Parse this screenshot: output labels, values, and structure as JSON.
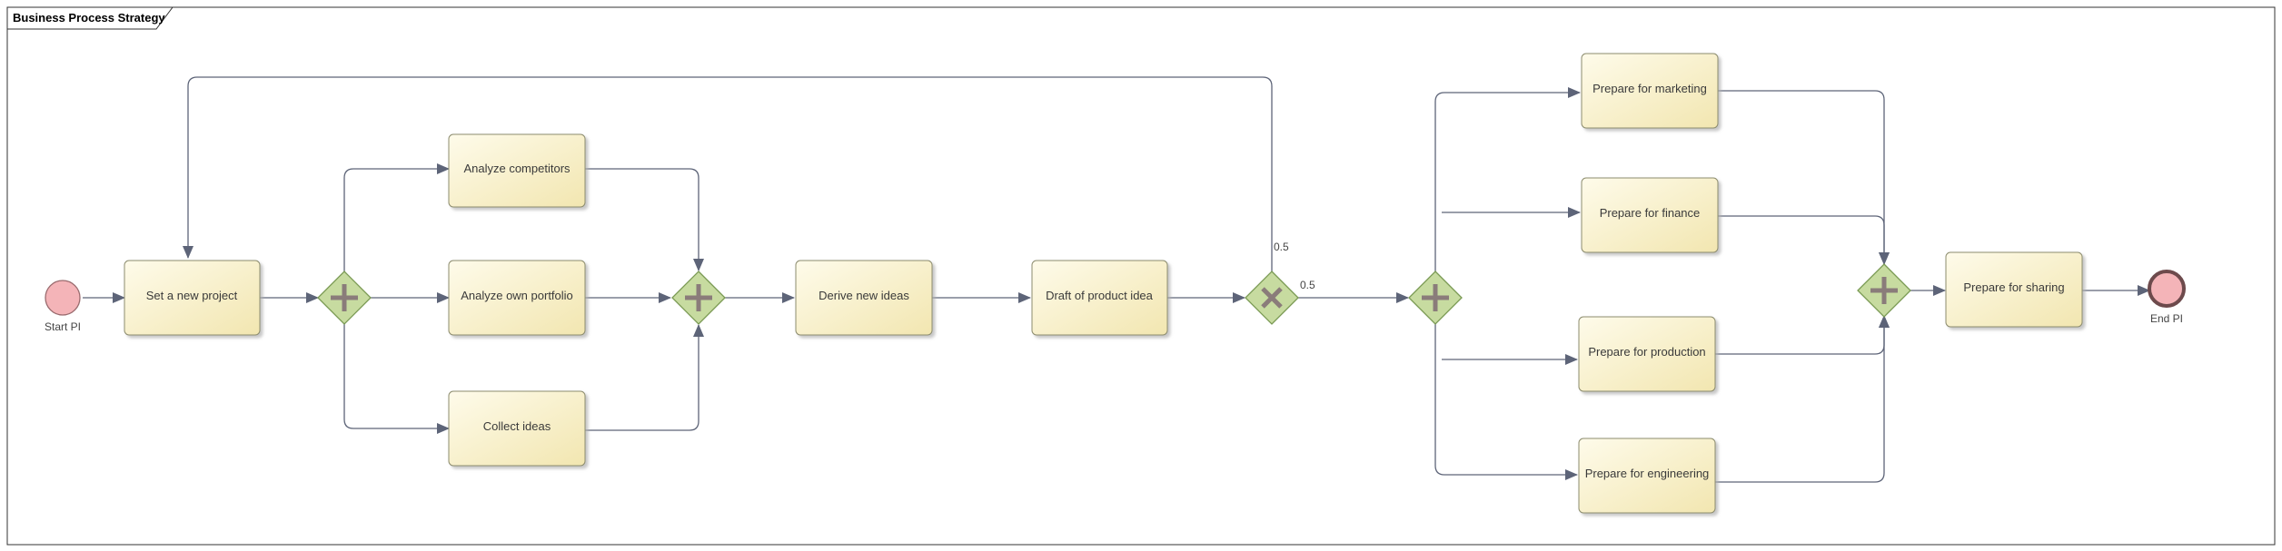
{
  "frame": {
    "title": "Business Process Strategy"
  },
  "events": {
    "start": {
      "label": "Start PI"
    },
    "end": {
      "label": "End PI"
    }
  },
  "tasks": {
    "set_new_project": "Set a new project",
    "analyze_competitors": "Analyze competitors",
    "analyze_portfolio": "Analyze own portfolio",
    "collect_ideas": "Collect ideas",
    "derive_ideas": "Derive new ideas",
    "draft_idea": "Draft of product idea",
    "prep_marketing": "Prepare for marketing",
    "prep_finance": "Prepare for finance",
    "prep_production": "Prepare for production",
    "prep_engineering": "Prepare for engineering",
    "prep_sharing": "Prepare for sharing"
  },
  "flow_labels": {
    "loop_back_prob": "0.5",
    "forward_prob": "0.5"
  },
  "colors": {
    "task_fill_light": "#fdf9e3",
    "task_fill_dark": "#f3e9b6",
    "task_stroke": "#8c8c6e",
    "gateway_fill": "#c7dba0",
    "gateway_stroke": "#7a9a54",
    "gateway_mark": "#8a7c7a",
    "start_fill": "#f4b4b8",
    "end_fill": "#f4b4b8",
    "connector": "#5d6478"
  }
}
